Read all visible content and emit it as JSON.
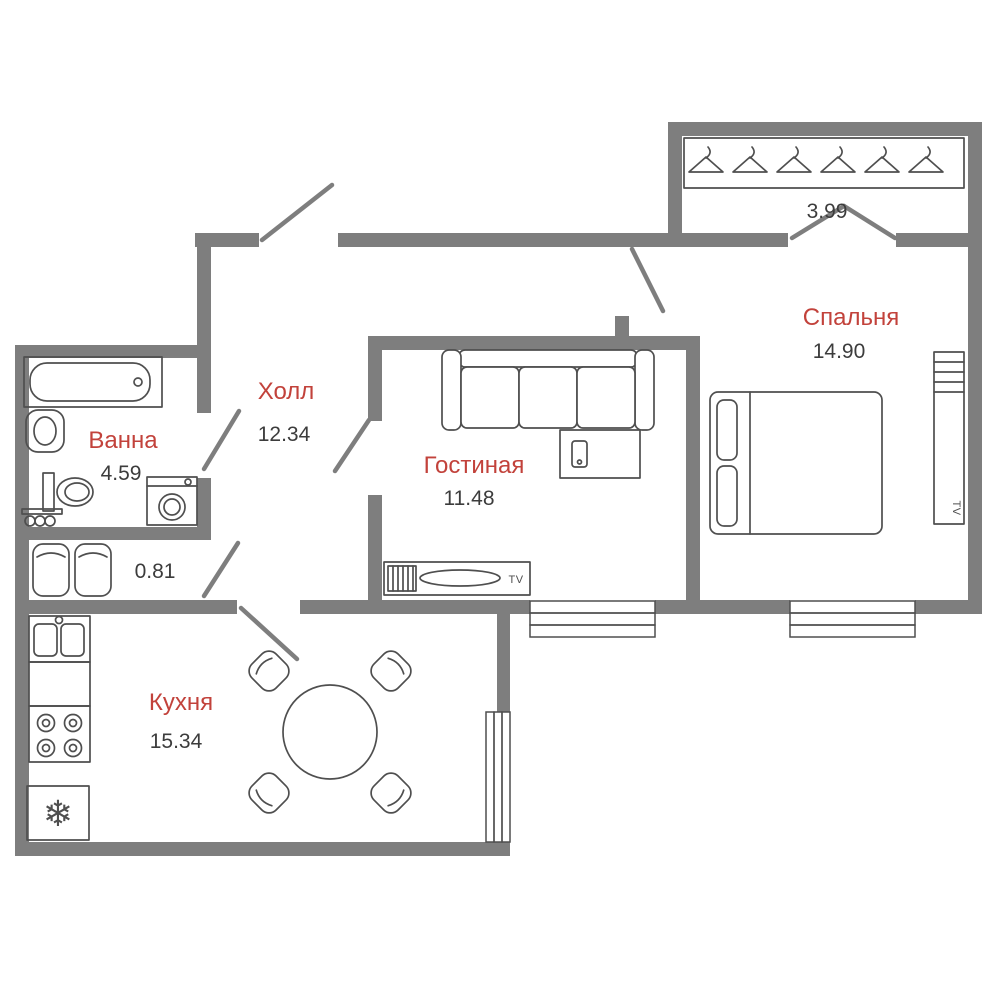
{
  "plan": {
    "type": "apartment-floor-plan",
    "language": "ru"
  },
  "rooms": {
    "wardrobe": {
      "area": "3.99"
    },
    "bedroom": {
      "name": "Спальня",
      "area": "14.90"
    },
    "hall": {
      "name": "Холл",
      "area": "12.34"
    },
    "living_room": {
      "name": "Гостиная",
      "area": "11.48"
    },
    "bathroom": {
      "name": "Ванна",
      "area": "4.59"
    },
    "storage": {
      "area": "0.81"
    },
    "kitchen": {
      "name": "Кухня",
      "area": "15.34"
    }
  },
  "labels": {
    "tv": "TV"
  },
  "icons": {
    "fridge_snowflake": "❄"
  },
  "colors": {
    "wall": "#7e7e7e",
    "furniture": "#4f4f4f",
    "room_name": "#c2423b",
    "area_value": "#3c3c3c",
    "background": "#ffffff"
  }
}
